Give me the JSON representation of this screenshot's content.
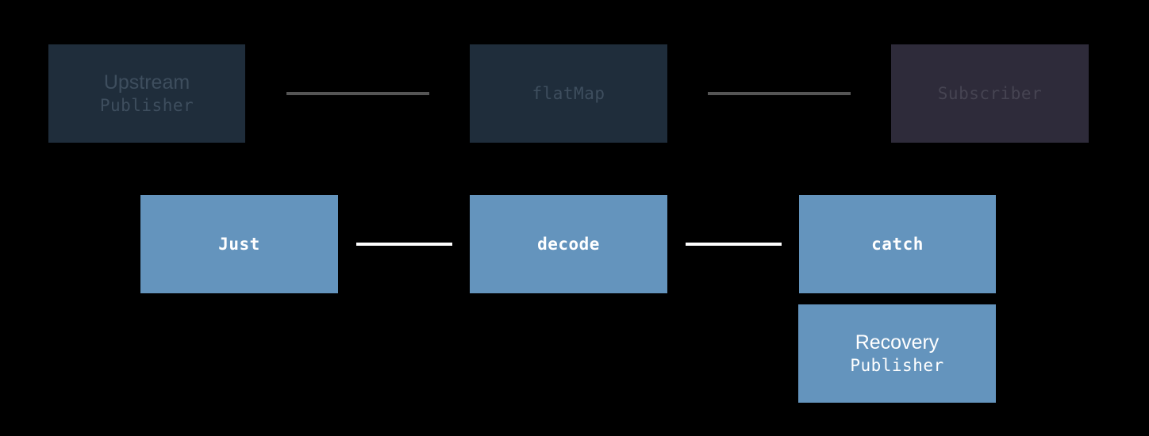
{
  "top_row": {
    "upstream": {
      "title": "Upstream",
      "subtitle": "Publisher"
    },
    "flatmap": {
      "label": "flatMap"
    },
    "subscriber": {
      "label": "Subscriber"
    }
  },
  "bottom_row": {
    "just": {
      "label": "Just"
    },
    "decode": {
      "label": "decode"
    },
    "catch": {
      "label": "catch"
    },
    "recovery": {
      "title": "Recovery",
      "subtitle": "Publisher"
    }
  },
  "colors": {
    "background": "#000000",
    "dim_box": "#1f2d3b",
    "dim_subscriber": "#2e2b3a",
    "bright_box": "#6494bd",
    "dim_connector": "#555555",
    "bright_connector": "#ffffff"
  }
}
